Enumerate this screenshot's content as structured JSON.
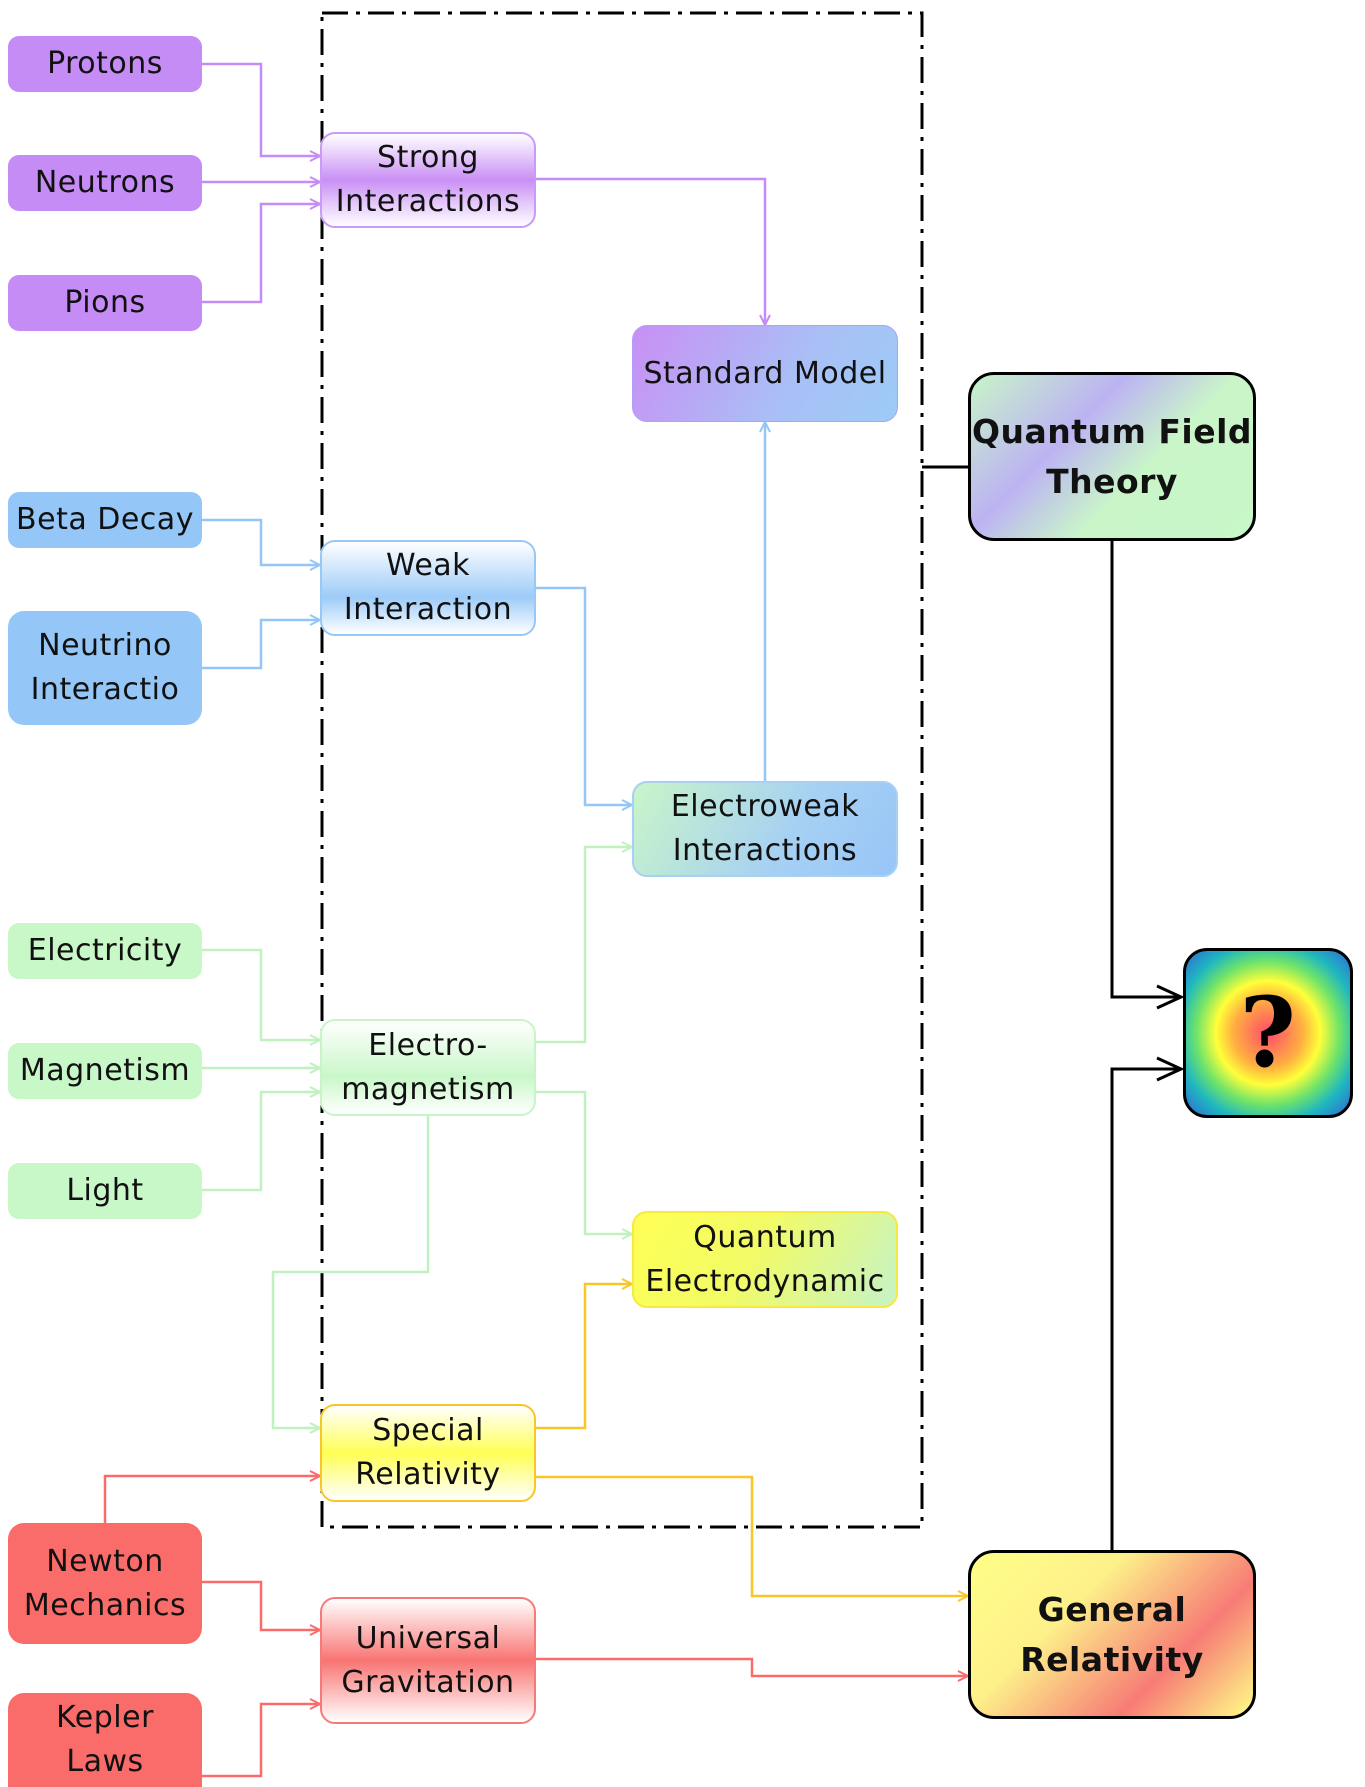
{
  "nodes": {
    "protons": "Protons",
    "neutrons": "Neutrons",
    "pions": "Pions",
    "strong_interactions": [
      "Strong",
      "Interactions"
    ],
    "standard_model": "Standard Model",
    "beta_decay": "Beta Decay",
    "neutrino_interactio": [
      "Neutrino",
      "Interactio"
    ],
    "weak_interaction": [
      "Weak",
      "Interaction"
    ],
    "electroweak_interactions": [
      "Electroweak",
      "Interactions"
    ],
    "electricity": "Electricity",
    "magnetism": "Magnetism",
    "light": "Light",
    "electromagnetism": [
      "Electro-",
      "magnetism"
    ],
    "quantum_electrodynamic": [
      "Quantum",
      "Electrodynamic"
    ],
    "special_relativity": [
      "Special",
      "Relativity"
    ],
    "newton_mechanics": [
      "Newton",
      "Mechanics"
    ],
    "kepler_laws": [
      "Kepler",
      "Laws"
    ],
    "universal_gravitation": [
      "Universal",
      "Gravitation"
    ],
    "quantum_field_theory": [
      "Quantum Field",
      "Theory"
    ],
    "general_relativity": [
      "General",
      "Relativity"
    ],
    "unknown": "?"
  },
  "colors": {
    "purple": "#c58cf5",
    "blue": "#94c7f7",
    "green": "#c8f7c8",
    "yellow": "#f8c629",
    "red": "#f96c6a",
    "black": "#000000"
  }
}
